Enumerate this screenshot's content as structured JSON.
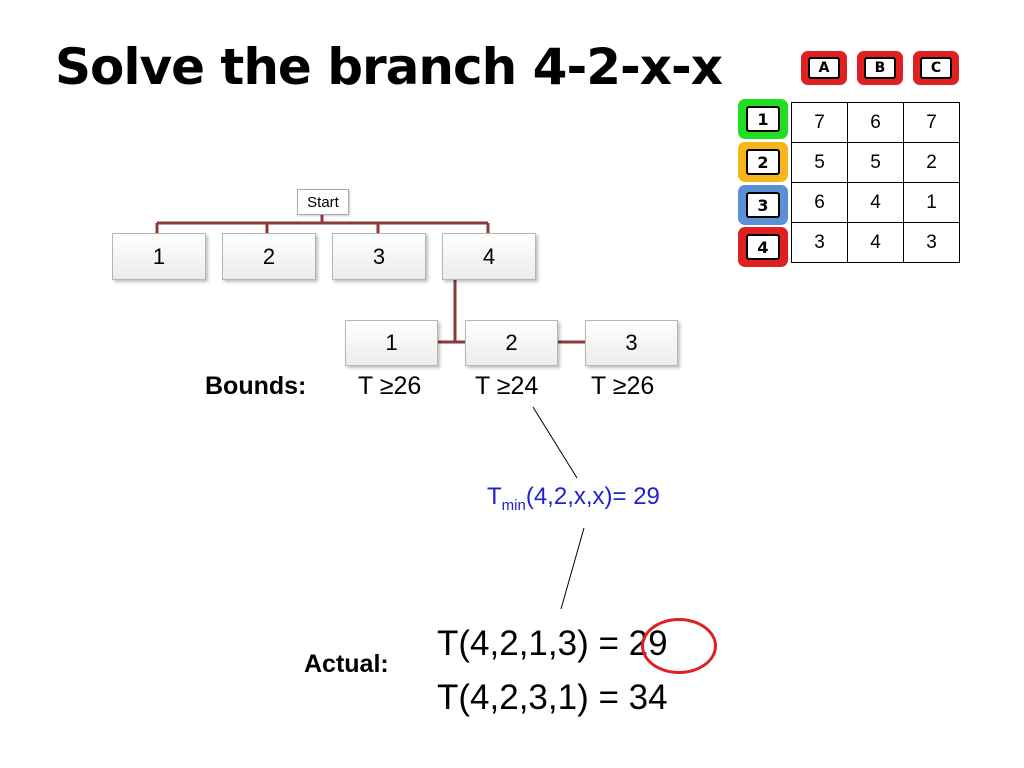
{
  "title": "Solve the branch 4-2-x-x",
  "tree": {
    "root": "Start",
    "level1": [
      "1",
      "2",
      "3",
      "4"
    ],
    "level2": [
      "1",
      "2",
      "3"
    ]
  },
  "bounds": {
    "label": "Bounds:",
    "values": [
      "T ≥26",
      "T ≥24",
      "T ≥26"
    ]
  },
  "tmin": {
    "base": "T",
    "subscript": "min",
    "rest": "(4,2,x,x)= 29"
  },
  "actual": {
    "label": "Actual:",
    "line1_prefix": "T(4,2,1,3) = ",
    "line1_value": "29",
    "line2": "T(4,2,3,1) = 34"
  },
  "matrix": {
    "columns": [
      "A",
      "B",
      "C"
    ],
    "rows": [
      "1",
      "2",
      "3",
      "4"
    ],
    "cells": [
      [
        "7",
        "6",
        "7"
      ],
      [
        "5",
        "5",
        "2"
      ],
      [
        "6",
        "4",
        "1"
      ],
      [
        "3",
        "4",
        "3"
      ]
    ]
  },
  "colors": {
    "column_badge": "#e02020",
    "row_badges": [
      "#22dd22",
      "#f7b51c",
      "#5b8fd6",
      "#e02020"
    ],
    "tree_line": "#8b3a3a",
    "tmin_text": "#2222cc",
    "highlight_circle": "#e02020"
  }
}
